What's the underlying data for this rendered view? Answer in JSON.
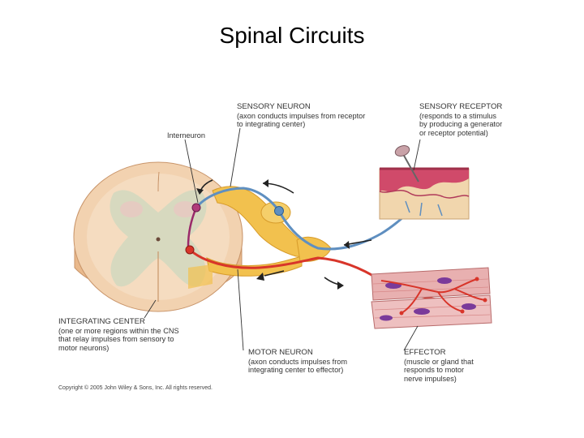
{
  "title": "Spinal Circuits",
  "labels": {
    "sensory_neuron": {
      "heading": "SENSORY NEURON",
      "lines": [
        "(axon conducts impulses from receptor",
        "to integrating center)"
      ]
    },
    "sensory_receptor": {
      "heading": "SENSORY RECEPTOR",
      "lines": [
        "(responds to a stimulus",
        "by producing a generator",
        "or receptor potential)"
      ]
    },
    "interneuron": "Interneuron",
    "integrating_center": {
      "heading": "INTEGRATING CENTER",
      "lines": [
        "(one or more regions within the CNS",
        "that relay impulses from sensory to",
        "motor neurons)"
      ]
    },
    "motor_neuron": {
      "heading": "MOTOR NEURON",
      "lines": [
        "(axon conducts impulses from",
        "integrating center to effector)"
      ]
    },
    "effector": {
      "heading": "EFFECTOR",
      "lines": [
        "(muscle or gland that",
        "responds to motor",
        "nerve impulses)"
      ]
    }
  },
  "copyright": "Copyright © 2005 John Wiley & Sons, Inc.  All rights reserved.",
  "colors": {
    "sensory": "#5f8fc0",
    "motor": "#d8352a",
    "interneuron": "#9a2a6a",
    "nerve": "#f2c14e",
    "cord": "#f2d2b0",
    "gray_matter": "#d7d9bf"
  }
}
